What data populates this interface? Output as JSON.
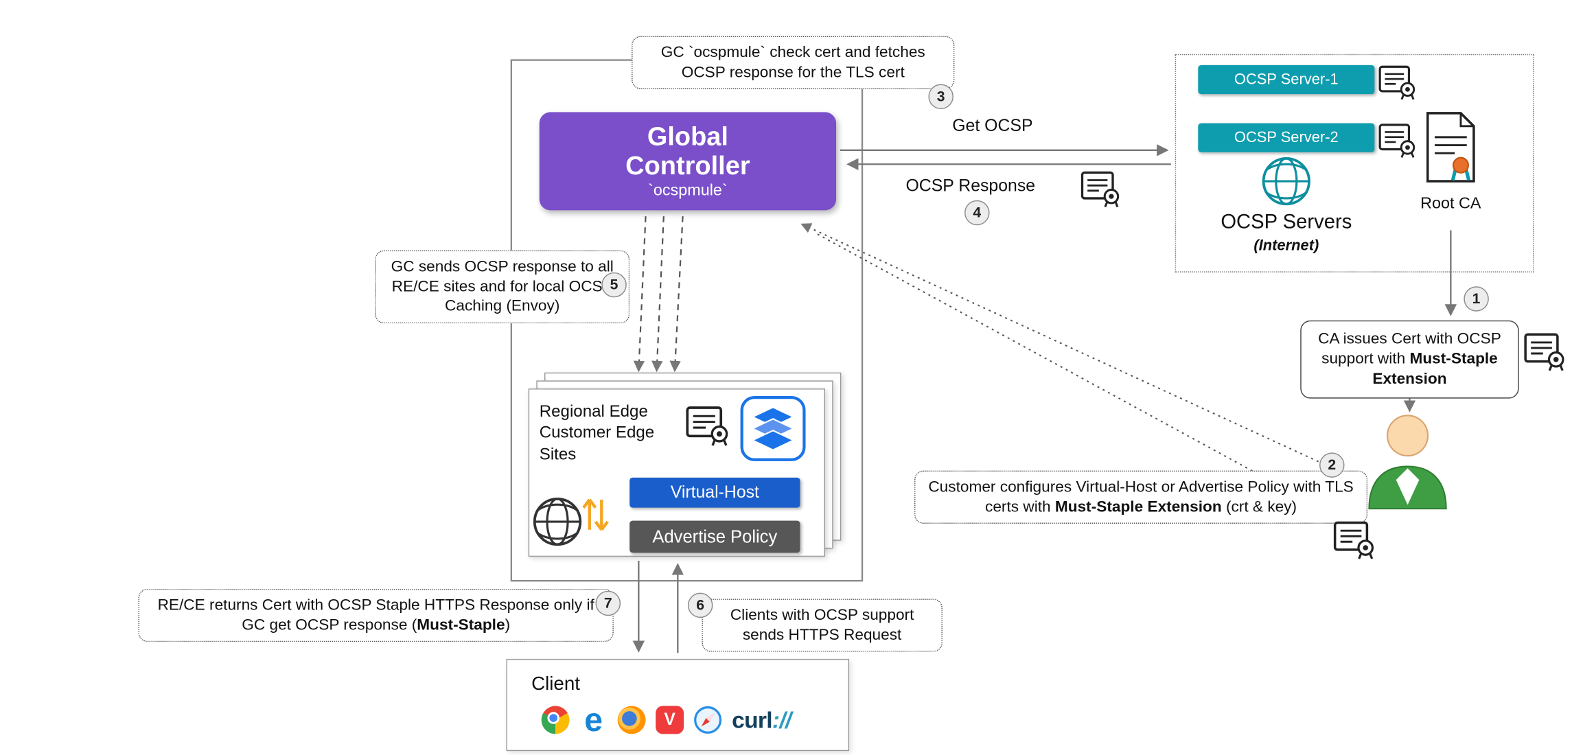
{
  "colors": {
    "gc_purple": "#7a4fc9",
    "ocsp_teal": "#0e9dae",
    "virtual_host_blue": "#1a5ecb",
    "advertise_policy_gray": "#575757",
    "stack_blue": "#1a73e8",
    "connector_gray": "#777777",
    "person_green": "#3f9e44",
    "seal_orange": "#e8702a"
  },
  "global_controller": {
    "title": "Global Controller",
    "subtitle": "`ocspmule`"
  },
  "steps": {
    "s1": "1",
    "s2": "2",
    "s3": "3",
    "s4": "4",
    "s5": "5",
    "s6": "6",
    "s7": "7"
  },
  "notes": {
    "gc_check_cert": "GC `ocspmule` check cert and fetches OCSP response for the TLS cert",
    "gc_sends_response": "GC sends OCSP response to all RE/CE sites and for local OCSP Caching (Envoy)",
    "customer_pre": "Customer configures Virtual-Host or Advertise Policy with TLS certs with ",
    "customer_bold": "Must-Staple Extension",
    "customer_post": " (crt & key)",
    "rece_returns_pre": "RE/CE returns Cert with OCSP Staple HTTPS Response only if GC get OCSP response (",
    "rece_returns_bold": "Must-Staple",
    "rece_returns_post": ")",
    "clients_request": "Clients with OCSP support sends HTTPS Request"
  },
  "links": {
    "get_ocsp": "Get OCSP",
    "ocsp_response": "OCSP Response"
  },
  "ocsp_group": {
    "server1": "OCSP Server-1",
    "server2": "OCSP Server-2",
    "title": "OCSP Servers",
    "subtitle": "(Internet)",
    "root_ca": "Root CA"
  },
  "ca_box": {
    "pre": "CA issues Cert with OCSP support with ",
    "bold": "Must-Staple Extension"
  },
  "rece_card": {
    "title": "Regional Edge Customer Edge Sites",
    "virtual_host": "Virtual-Host",
    "advertise_policy": "Advertise Policy"
  },
  "client": {
    "label": "Client",
    "curl_name": "curl",
    "curl_suffix": "://",
    "edge_glyph": "e",
    "vivaldi_glyph": "V"
  },
  "icons": {
    "certificate-icon": "document with ribbon seal",
    "root-ca-cert-icon": "document with orange seal and ribbon",
    "globe-icon": "wireframe globe",
    "globe-sync-icon": "globe with orange up/down arrows",
    "stack-icon": "blue layered 3d stack",
    "person-icon": "customer avatar in green suit",
    "chrome-icon": "Chrome browser",
    "edge-icon": "Edge browser",
    "firefox-icon": "Firefox browser",
    "vivaldi-icon": "Vivaldi browser",
    "safari-icon": "Safari browser compass",
    "curl-logo": "curl command line tool"
  }
}
